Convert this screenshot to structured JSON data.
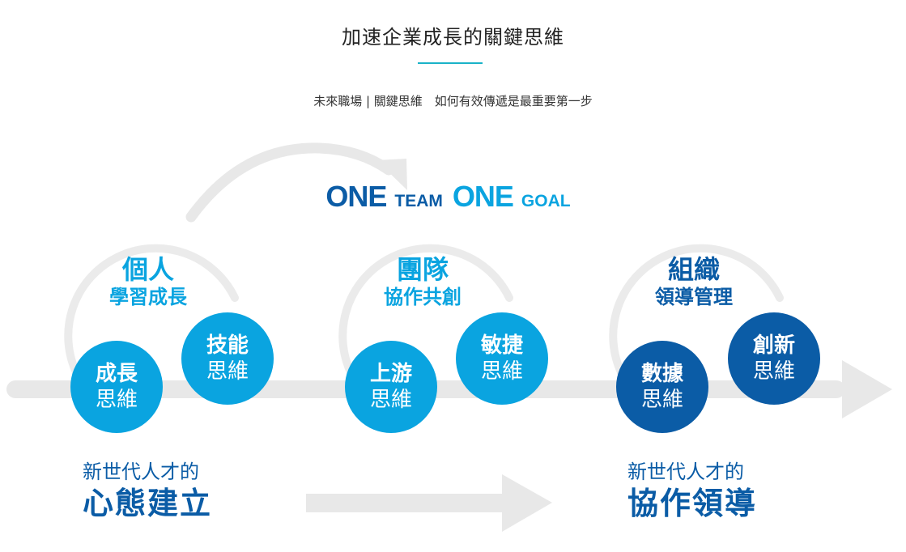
{
  "header": {
    "title": "加速企業成長的關鍵思維",
    "subtitle": "未來職場 | 關鍵思維　如何有效傳遞是最重要第一步"
  },
  "slogan": {
    "one_1": "ONE",
    "team": "TEAM",
    "one_2": "ONE",
    "goal": "GOAL"
  },
  "colors": {
    "light_blue": "#0aa4e0",
    "dark_blue": "#0b5ca6",
    "accent_rule": "#1ab3c8",
    "arrow_gray": "#e8e8e8"
  },
  "stages": [
    {
      "title": "個人",
      "subtitle": "學習成長",
      "bubbles": [
        {
          "line1": "成長",
          "line2": "思維"
        },
        {
          "line1": "技能",
          "line2": "思維"
        }
      ]
    },
    {
      "title": "團隊",
      "subtitle": "協作共創",
      "bubbles": [
        {
          "line1": "上游",
          "line2": "思維"
        },
        {
          "line1": "敏捷",
          "line2": "思維"
        }
      ]
    },
    {
      "title": "組織",
      "subtitle": "領導管理",
      "bubbles": [
        {
          "line1": "數據",
          "line2": "思維"
        },
        {
          "line1": "創新",
          "line2": "思維"
        }
      ]
    }
  ],
  "outcomes": [
    {
      "prefix": "新世代人才的",
      "label": "心態建立"
    },
    {
      "prefix": "新世代人才的",
      "label": "協作領導"
    }
  ]
}
